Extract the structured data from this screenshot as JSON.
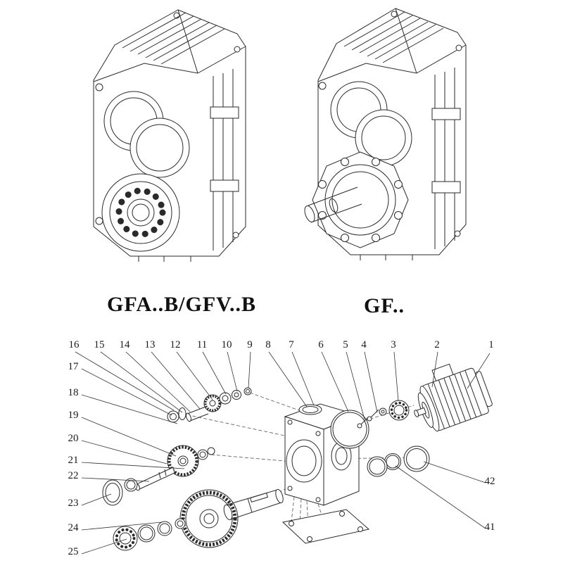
{
  "colors": {
    "line": "#222222",
    "text": "#1a1a1a",
    "background": "#ffffff"
  },
  "products": [
    {
      "label": "GFA..B/GFV..B",
      "drawing": "parallel-shaft-gearbox-isometric-line-drawing"
    },
    {
      "label": "GF..",
      "drawing": "parallel-shaft-gearbox-with-output-shaft-isometric-line-drawing"
    }
  ],
  "exploded_view": {
    "drawing": "exploded-parts-diagram-with-numbered-callouts",
    "top_row_labels": [
      "16",
      "15",
      "14",
      "13",
      "12",
      "11",
      "10",
      "9",
      "8",
      "7",
      "6",
      "5",
      "4",
      "3",
      "2",
      "1"
    ],
    "left_column_labels": [
      "17",
      "18",
      "19",
      "20",
      "21",
      "22",
      "23",
      "24",
      "25"
    ],
    "right_column_labels": [
      "42",
      "41"
    ]
  }
}
